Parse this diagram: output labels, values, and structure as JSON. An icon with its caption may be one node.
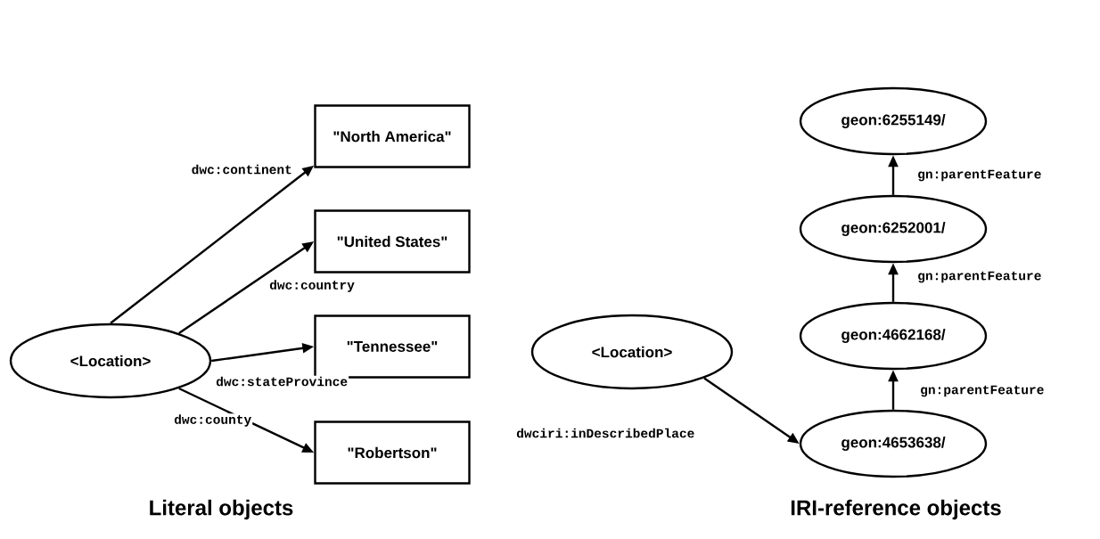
{
  "diagram": {
    "nodes": [
      {
        "text": [
          "<Location>"
        ]
      },
      {
        "text": [
          "\"North America\""
        ]
      },
      {
        "text": [
          "\"United States\""
        ]
      },
      {
        "text": [
          "\"Tennessee\""
        ]
      },
      {
        "text": [
          "\"Robertson\""
        ]
      },
      {
        "text": [
          "<Location>"
        ]
      },
      {
        "text": [
          "geon:6255149/"
        ]
      },
      {
        "text": [
          "geon:6252001/"
        ]
      },
      {
        "text": [
          "geon:4662168/"
        ]
      },
      {
        "text": [
          "geon:4653638/"
        ]
      }
    ],
    "edges": [
      {
        "from": 0,
        "to": 1,
        "arrow": "to",
        "label": "dwc:continent"
      },
      {
        "from": 0,
        "to": 2,
        "arrow": "to",
        "label": "dwc:country"
      },
      {
        "from": 0,
        "to": 3,
        "arrow": "to",
        "label": "dwc:stateProvince"
      },
      {
        "from": 0,
        "to": 4,
        "arrow": "to",
        "label": "dwc:county"
      },
      {
        "from": 5,
        "to": 9,
        "arrow": "to",
        "label": "dwciri:inDescribedPlace"
      },
      {
        "from": 9,
        "to": 8,
        "arrow": "to",
        "label": "gn:parentFeature"
      },
      {
        "from": 8,
        "to": 7,
        "arrow": "to",
        "label": "gn:parentFeature"
      },
      {
        "from": 7,
        "to": 6,
        "arrow": "to",
        "label": "gn:parentFeature"
      }
    ],
    "labels": [
      "Literal objects",
      "IRI-reference objects"
    ]
  }
}
